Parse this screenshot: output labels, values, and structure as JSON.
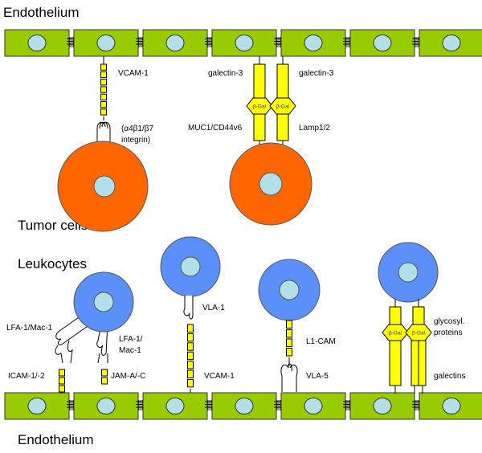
{
  "sections": {
    "endothelium_top": "Endothelium",
    "tumor_cells": "Tumor cells",
    "leukocytes": "Leukocytes",
    "endothelium_bottom": "Endothelium"
  },
  "labels": {
    "vcam1_top": "VCAM-1",
    "integrin_line1": "(α4β1/β7",
    "integrin_line2": "integrin)",
    "galectin3_left": "galectin-3",
    "galectin3_right": "galectin-3",
    "muc1": "MUC1/CD44v6",
    "lamp": "Lamp1/2",
    "lfa1_mac1_left": "LFA-1/Mac-1",
    "lfa1_line1": "LFA-1/",
    "lfa1_line2": "Mac-1",
    "icam": "ICAM-1/-2",
    "jam": "JAM-A/-C",
    "vla1": "VLA-1",
    "vcam1_bottom": "VCAM-1",
    "l1cam": "L1-CAM",
    "vla5": "VLA-5",
    "glyco_line1": "glycosyl.",
    "glyco_line2": "proteins",
    "galectins": "galectins",
    "beta_gal": "β-Gal"
  },
  "colors": {
    "endothelial_cell": "#99cc00",
    "nucleus": "#b3e0e6",
    "tumor_cell": "#ff6600",
    "leukocyte": "#5b8ff9",
    "molecule": "#ffff00"
  }
}
